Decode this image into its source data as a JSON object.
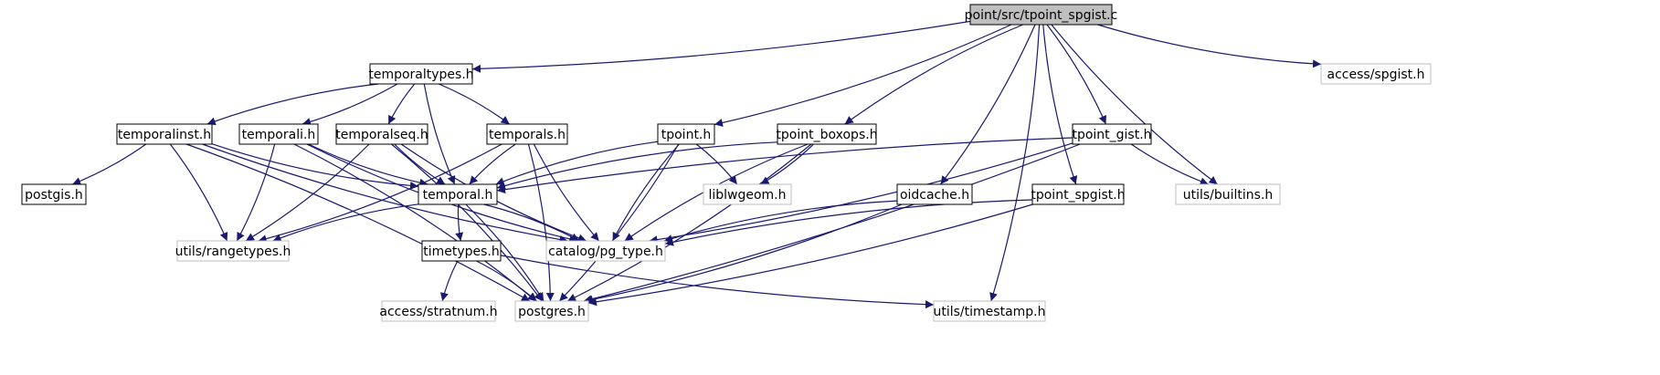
{
  "colors": {
    "edge": "#191970",
    "node_border": "#000000",
    "external_border": "#bfbfbf",
    "root_fill": "#bfbfbf",
    "text": "#000000"
  },
  "nodes": [
    {
      "id": "root",
      "label": "point/src/tpoint_spgist.c",
      "kind": "root"
    },
    {
      "id": "temporaltypes",
      "label": "temporaltypes.h",
      "kind": "internal"
    },
    {
      "id": "access_spgist",
      "label": "access/spgist.h",
      "kind": "external"
    },
    {
      "id": "temporalinst",
      "label": "temporalinst.h",
      "kind": "internal"
    },
    {
      "id": "temporali",
      "label": "temporali.h",
      "kind": "internal"
    },
    {
      "id": "temporalseq",
      "label": "temporalseq.h",
      "kind": "internal"
    },
    {
      "id": "temporals",
      "label": "temporals.h",
      "kind": "internal"
    },
    {
      "id": "tpoint",
      "label": "tpoint.h",
      "kind": "internal"
    },
    {
      "id": "tpoint_boxops",
      "label": "tpoint_boxops.h",
      "kind": "internal"
    },
    {
      "id": "tpoint_gist",
      "label": "tpoint_gist.h",
      "kind": "internal"
    },
    {
      "id": "postgis",
      "label": "postgis.h",
      "kind": "internal"
    },
    {
      "id": "temporal",
      "label": "temporal.h",
      "kind": "internal"
    },
    {
      "id": "liblwgeom",
      "label": "liblwgeom.h",
      "kind": "external"
    },
    {
      "id": "oidcache",
      "label": "oidcache.h",
      "kind": "internal"
    },
    {
      "id": "tpoint_spgist_h",
      "label": "tpoint_spgist.h",
      "kind": "internal"
    },
    {
      "id": "utils_builtins",
      "label": "utils/builtins.h",
      "kind": "external"
    },
    {
      "id": "utils_rangetypes",
      "label": "utils/rangetypes.h",
      "kind": "external"
    },
    {
      "id": "timetypes",
      "label": "timetypes.h",
      "kind": "internal"
    },
    {
      "id": "catalog_pg_type",
      "label": "catalog/pg_type.h",
      "kind": "external"
    },
    {
      "id": "access_stratnum",
      "label": "access/stratnum.h",
      "kind": "external"
    },
    {
      "id": "postgres",
      "label": "postgres.h",
      "kind": "external"
    },
    {
      "id": "utils_timestamp",
      "label": "utils/timestamp.h",
      "kind": "external"
    }
  ],
  "edges": [
    [
      "root",
      "temporaltypes"
    ],
    [
      "root",
      "access_spgist"
    ],
    [
      "root",
      "tpoint"
    ],
    [
      "root",
      "tpoint_boxops"
    ],
    [
      "root",
      "oidcache"
    ],
    [
      "root",
      "tpoint_spgist_h"
    ],
    [
      "root",
      "tpoint_gist"
    ],
    [
      "root",
      "utils_builtins"
    ],
    [
      "root",
      "utils_timestamp"
    ],
    [
      "temporaltypes",
      "temporalinst"
    ],
    [
      "temporaltypes",
      "temporali"
    ],
    [
      "temporaltypes",
      "temporalseq"
    ],
    [
      "temporaltypes",
      "temporals"
    ],
    [
      "temporaltypes",
      "temporal"
    ],
    [
      "temporalinst",
      "postgis"
    ],
    [
      "temporalinst",
      "temporal"
    ],
    [
      "temporalinst",
      "utils_rangetypes"
    ],
    [
      "temporalinst",
      "catalog_pg_type"
    ],
    [
      "temporalinst",
      "postgres"
    ],
    [
      "temporali",
      "temporal"
    ],
    [
      "temporali",
      "utils_rangetypes"
    ],
    [
      "temporali",
      "catalog_pg_type"
    ],
    [
      "temporali",
      "postgres"
    ],
    [
      "temporalseq",
      "temporal"
    ],
    [
      "temporalseq",
      "utils_rangetypes"
    ],
    [
      "temporalseq",
      "catalog_pg_type"
    ],
    [
      "temporalseq",
      "postgres"
    ],
    [
      "temporals",
      "temporal"
    ],
    [
      "temporals",
      "utils_rangetypes"
    ],
    [
      "temporals",
      "catalog_pg_type"
    ],
    [
      "temporals",
      "postgres"
    ],
    [
      "tpoint",
      "temporal"
    ],
    [
      "tpoint",
      "liblwgeom"
    ],
    [
      "tpoint",
      "catalog_pg_type"
    ],
    [
      "tpoint",
      "postgres"
    ],
    [
      "tpoint_boxops",
      "temporal"
    ],
    [
      "tpoint_boxops",
      "liblwgeom"
    ],
    [
      "tpoint_boxops",
      "catalog_pg_type"
    ],
    [
      "tpoint_boxops",
      "postgres"
    ],
    [
      "tpoint_gist",
      "temporal"
    ],
    [
      "tpoint_gist",
      "catalog_pg_type"
    ],
    [
      "tpoint_gist",
      "utils_builtins"
    ],
    [
      "tpoint_gist",
      "postgres"
    ],
    [
      "temporal",
      "utils_rangetypes"
    ],
    [
      "temporal",
      "catalog_pg_type"
    ],
    [
      "temporal",
      "timetypes"
    ],
    [
      "temporal",
      "postgres"
    ],
    [
      "oidcache",
      "catalog_pg_type"
    ],
    [
      "oidcache",
      "postgres"
    ],
    [
      "tpoint_spgist_h",
      "catalog_pg_type"
    ],
    [
      "tpoint_spgist_h",
      "postgres"
    ],
    [
      "timetypes",
      "access_stratnum"
    ],
    [
      "timetypes",
      "postgres"
    ],
    [
      "timetypes",
      "utils_timestamp"
    ]
  ]
}
